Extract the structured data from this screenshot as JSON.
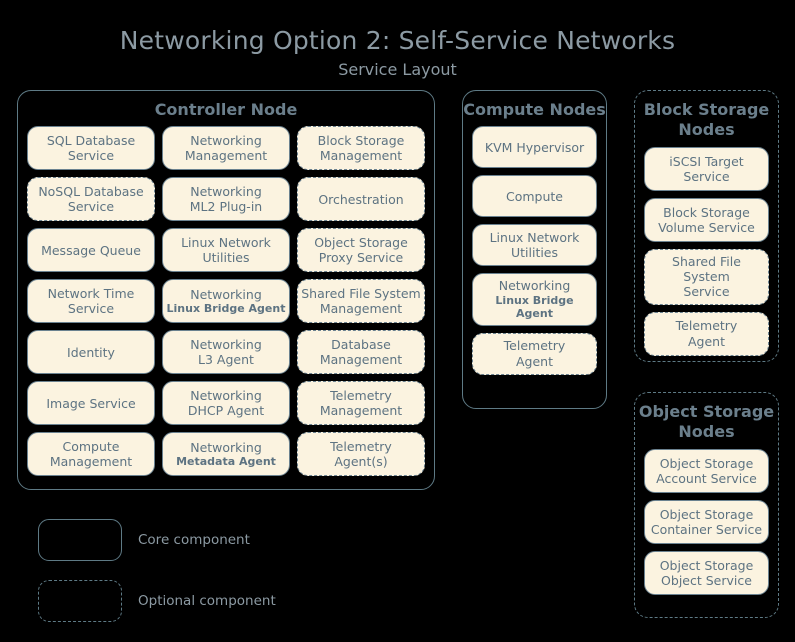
{
  "header": {
    "title": "Networking Option 2: Self-Service Networks",
    "subtitle": "Service Layout"
  },
  "colors": {
    "background": "#000000",
    "title_text": "#8C9AA3",
    "group_title_text": "#6B7F8C",
    "group_border": "#5E7A85",
    "box_fill": "#FBF3E0",
    "box_border": "#6B8290",
    "box_text": "#5D7382"
  },
  "groups": {
    "controller": {
      "title": "Controller Node",
      "optional": false,
      "columns": [
        {
          "items": [
            {
              "l1": "SQL Database",
              "l2": "Service",
              "optional": false
            },
            {
              "l1": "NoSQL Database",
              "l2": "Service",
              "optional": true
            },
            {
              "l1": "Message Queue",
              "l2": "",
              "optional": false
            },
            {
              "l1": "Network Time",
              "l2": "Service",
              "optional": false
            },
            {
              "l1": "Identity",
              "l2": "",
              "optional": false
            },
            {
              "l1": "Image Service",
              "l2": "",
              "optional": false
            },
            {
              "l1": "Compute",
              "l2": "Management",
              "optional": false
            }
          ]
        },
        {
          "items": [
            {
              "l1": "Networking",
              "l2": "Management",
              "optional": false
            },
            {
              "l1": "Networking",
              "l2": "ML2 Plug-in",
              "optional": false
            },
            {
              "l1": "Linux Network",
              "l2": "Utilities",
              "optional": false
            },
            {
              "l1": "Networking",
              "l2": "Linux Bridge Agent",
              "optional": false,
              "small_sub": true
            },
            {
              "l1": "Networking",
              "l2": "L3 Agent",
              "optional": false
            },
            {
              "l1": "Networking",
              "l2": "DHCP Agent",
              "optional": false
            },
            {
              "l1": "Networking",
              "l2": "Metadata Agent",
              "optional": false,
              "small_sub": true
            }
          ]
        },
        {
          "items": [
            {
              "l1": "Block Storage",
              "l2": "Management",
              "optional": true
            },
            {
              "l1": "Orchestration",
              "l2": "",
              "optional": true
            },
            {
              "l1": "Object Storage",
              "l2": "Proxy Service",
              "optional": true
            },
            {
              "l1": "Shared File System",
              "l2": "Management",
              "optional": true
            },
            {
              "l1": "Database",
              "l2": "Management",
              "optional": true
            },
            {
              "l1": "Telemetry",
              "l2": "Management",
              "optional": true
            },
            {
              "l1": "Telemetry",
              "l2": "Agent(s)",
              "optional": true
            }
          ]
        }
      ]
    },
    "compute": {
      "title": "Compute Nodes",
      "optional": false,
      "items": [
        {
          "l1": "KVM Hypervisor",
          "l2": "",
          "optional": false
        },
        {
          "l1": "Compute",
          "l2": "",
          "optional": false
        },
        {
          "l1": "Linux Network",
          "l2": "Utilities",
          "optional": false
        },
        {
          "l1": "Networking",
          "l2": "Linux Bridge Agent",
          "optional": false,
          "small_sub": true
        },
        {
          "l1": "Telemetry",
          "l2": "Agent",
          "optional": true
        }
      ]
    },
    "block_storage": {
      "title": "Block Storage Nodes",
      "optional": true,
      "items": [
        {
          "l1": "iSCSI Target",
          "l2": "Service",
          "optional": false
        },
        {
          "l1": "Block Storage",
          "l2": "Volume Service",
          "optional": false
        },
        {
          "l1": "Shared File System",
          "l2": "Service",
          "optional": true
        },
        {
          "l1": "Telemetry",
          "l2": "Agent",
          "optional": true
        }
      ]
    },
    "object_storage": {
      "title": "Object Storage Nodes",
      "optional": true,
      "items": [
        {
          "l1": "Object Storage",
          "l2": "Account Service",
          "optional": false
        },
        {
          "l1": "Object Storage",
          "l2": "Container Service",
          "optional": false
        },
        {
          "l1": "Object Storage",
          "l2": "Object Service",
          "optional": false
        }
      ]
    }
  },
  "legend": {
    "core_label": "Core component",
    "optional_label": "Optional component"
  }
}
